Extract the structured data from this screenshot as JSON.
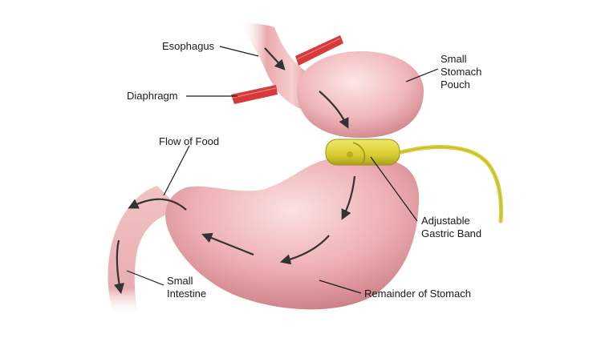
{
  "labels": {
    "esophagus": "Esophagus",
    "diaphragm": "Diaphragm",
    "flow_of_food": "Flow of Food",
    "small_stomach_pouch": [
      "Small",
      "Stomach",
      "Pouch"
    ],
    "adjustable_gastric_band": [
      "Adjustable",
      "Gastric Band"
    ],
    "small_intestine": [
      "Small",
      "Intestine"
    ],
    "remainder_of_stomach": "Remainder of Stomach"
  },
  "colors": {
    "tissue": "#e9a3a8",
    "tissue_light": "#f7d3d4",
    "tissue_shadow": "#c9737b",
    "diaphragm": "#d83a3a",
    "band": "#d9cf3a",
    "arrow": "#333333",
    "leader": "#1a1a1a"
  }
}
